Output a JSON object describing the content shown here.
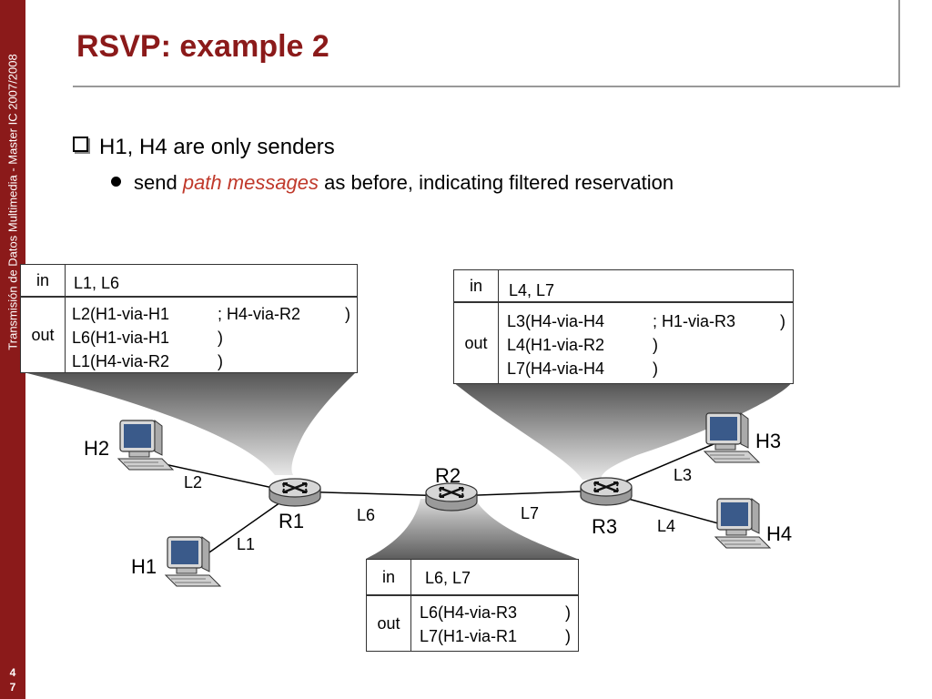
{
  "sidebar": {
    "text": "Transmisión de Datos Multimedia - Master IC 2007/2008",
    "slide_number": [
      "4",
      "7"
    ]
  },
  "slide": {
    "title": "RSVP: example 2",
    "bullet1": "H1, H4 are only senders",
    "bullet2_pre": "send ",
    "bullet2_em": "path messages",
    "bullet2_post": " as before, indicating filtered reservation"
  },
  "tables": {
    "r1": {
      "in_label": "in",
      "in_value": "L1, L6",
      "out_label": "out",
      "out_lines": [
        "L2(H1-via-H1",
        "; H4-via-R2",
        ")",
        "L6(H1-via-H1",
        ")",
        "L1(H4-via-R2",
        ")"
      ]
    },
    "r3": {
      "in_label": "in",
      "in_value": "L4, L7",
      "out_label": "out",
      "out_lines": [
        "L3(H4-via-H4",
        "; H1-via-R3",
        ")",
        "L4(H1-via-R2",
        ")",
        "L7(H4-via-H4",
        ")"
      ]
    },
    "r2": {
      "in_label": "in",
      "in_value": "L6, L7",
      "out_label": "out",
      "out_lines": [
        "L6(H4-via-R3",
        ")",
        "L7(H1-via-R1",
        ")"
      ]
    }
  },
  "network": {
    "hosts": [
      "H1",
      "H2",
      "H3",
      "H4"
    ],
    "routers": [
      "R1",
      "R2",
      "R3"
    ],
    "links": [
      "L1",
      "L2",
      "L3",
      "L4",
      "L6",
      "L7"
    ]
  },
  "colors": {
    "sidebar": "#8b1a1a",
    "title": "#8b1a1a",
    "highlight": "#c0392b"
  }
}
